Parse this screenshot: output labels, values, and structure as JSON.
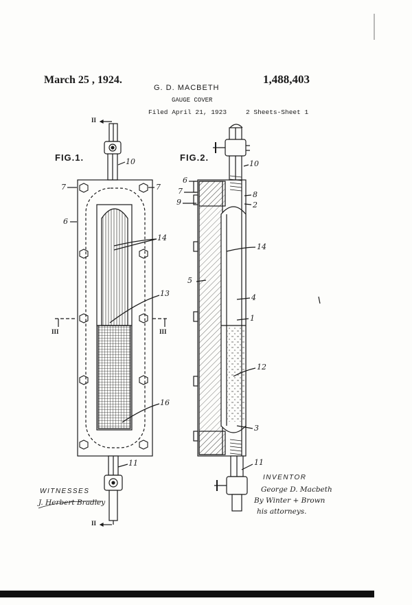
{
  "header": {
    "date": "March 25 , 1924.",
    "patent_number": "1,488,403",
    "inventor_name": "G. D. MACBETH",
    "title": "GAUGE COVER",
    "filed": "Filed April 21, 1923",
    "sheets": "2 Sheets-Sheet 1"
  },
  "figures": {
    "fig1": {
      "label": "FIG.1.",
      "section_top": "II",
      "section_bottom": "II",
      "section_left": "III",
      "section_right": "III",
      "refs": {
        "r10": "10",
        "r7a": "7",
        "r7b": "7",
        "r6": "6",
        "r14": "14",
        "r13": "13",
        "r16": "16",
        "r11": "11"
      }
    },
    "fig2": {
      "label": "FIG.2.",
      "refs": {
        "r10": "10",
        "r6": "6",
        "r7": "7",
        "r9": "9",
        "r8": "8",
        "r2": "2",
        "r14": "14",
        "r5": "5",
        "r4": "4",
        "r1": "1",
        "r12": "12",
        "r3": "3",
        "r11": "11"
      }
    }
  },
  "witnesses": {
    "label": "WITNESSES",
    "signature": "J. Herbert Bradley"
  },
  "inventor_block": {
    "label": "INVENTOR",
    "signature_line1": "George D. Macbeth",
    "signature_line2": "By Winter + Brown",
    "signature_line3": "his attorneys."
  },
  "colors": {
    "ink": "#1a1a1a",
    "paper": "#fdfdfb"
  }
}
